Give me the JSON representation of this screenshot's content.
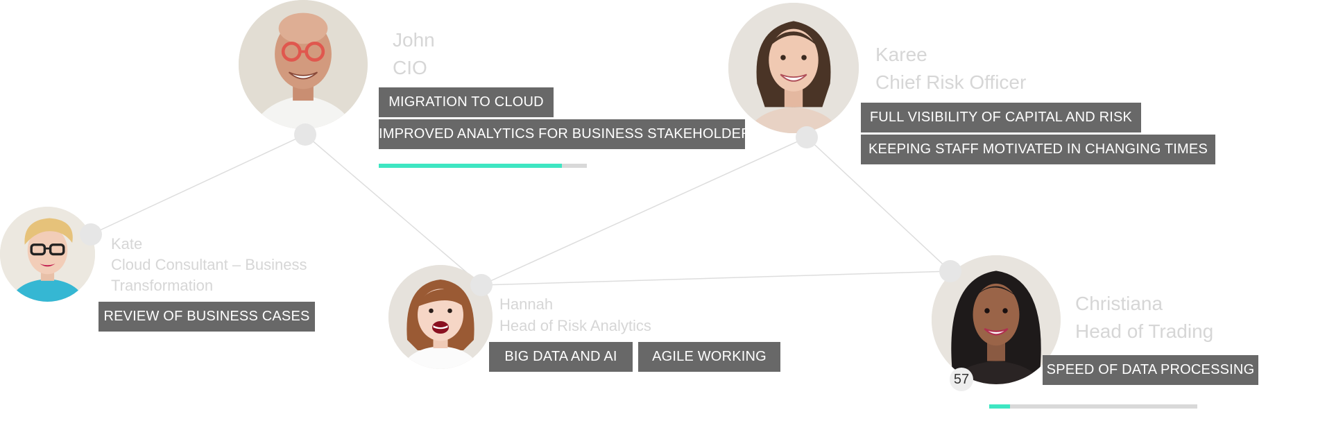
{
  "colors": {
    "tag_bg": "#686868",
    "progress_fill": "#3ee6c2",
    "progress_track": "#d9d9d9",
    "edge": "#dddddd",
    "label": "#d6d6d6"
  },
  "people": {
    "john": {
      "name": "John",
      "role": "CIO",
      "tags": [
        "MIGRATION TO CLOUD",
        "IMPROVED ANALYTICS FOR BUSINESS STAKEHOLDERS"
      ],
      "progress": 0.88
    },
    "karee": {
      "name": "Karee",
      "role": "Chief Risk Officer",
      "tags": [
        "FULL VISIBILITY OF CAPITAL AND RISK",
        "KEEPING STAFF MOTIVATED IN CHANGING TIMES"
      ]
    },
    "kate": {
      "name": "Kate",
      "role_line1": "Cloud Consultant – Business",
      "role_line2": "Transformation",
      "tags": [
        "REVIEW OF BUSINESS CASES"
      ]
    },
    "hannah": {
      "name": "Hannah",
      "role": "Head of Risk Analytics",
      "tags": [
        "BIG DATA AND AI",
        "AGILE WORKING"
      ]
    },
    "christiana": {
      "name": "Christiana",
      "role": "Head of Trading",
      "tags": [
        "SPEED OF DATA PROCESSING"
      ],
      "count": "57",
      "progress": 0.1
    }
  },
  "connections": [
    [
      "john",
      "kate"
    ],
    [
      "john",
      "hannah"
    ],
    [
      "karee",
      "hannah"
    ],
    [
      "karee",
      "christiana"
    ],
    [
      "hannah",
      "christiana"
    ]
  ]
}
